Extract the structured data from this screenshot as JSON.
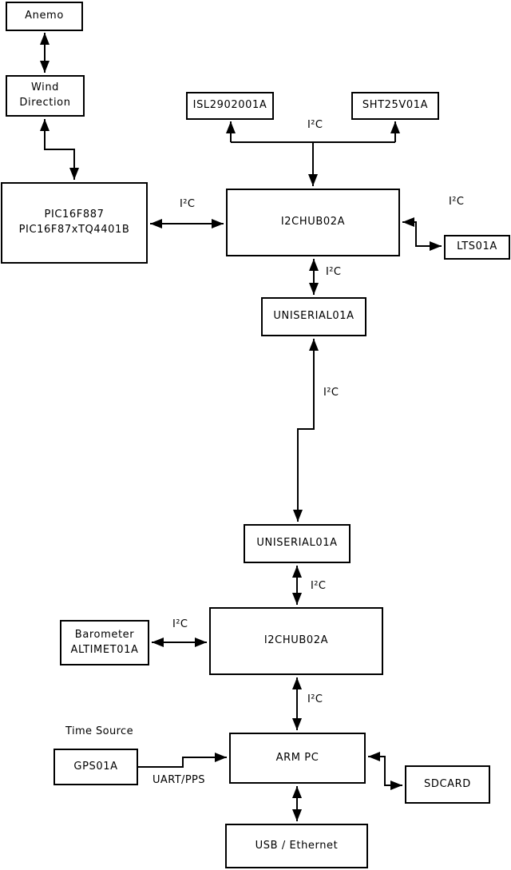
{
  "diagram": {
    "background": "#ffffff",
    "line_color": "#000000",
    "nodes": {
      "anemo": {
        "label": "Anemo"
      },
      "wind": {
        "label": "Wind\nDirection"
      },
      "pic": {
        "label": "PIC16F887\nPIC16F87xTQ4401B"
      },
      "isl": {
        "label": "ISL2902001A"
      },
      "sht": {
        "label": "SHT25V01A"
      },
      "hub1": {
        "label": "I2CHUB02A"
      },
      "lts": {
        "label": "LTS01A"
      },
      "uniserial1": {
        "label": "UNISERIAL01A"
      },
      "uniserial2": {
        "label": "UNISERIAL01A"
      },
      "barometer": {
        "label": "Barometer\nALTIMET01A"
      },
      "hub2": {
        "label": "I2CHUB02A"
      },
      "armpc": {
        "label": "ARM PC"
      },
      "gps": {
        "label": "GPS01A"
      },
      "sdcard": {
        "label": "SDCARD"
      },
      "usb": {
        "label": "USB / Ethernet"
      }
    },
    "edge_labels": {
      "i2c_sensor_bus": "I²C",
      "i2c_pic_hub1": "I²C",
      "i2c_hub1_lts": "I²C",
      "i2c_hub1_uniserial1": "I²C",
      "i2c_uniserial_link": "I²C",
      "i2c_uniserial2_hub2": "I²C",
      "i2c_barometer_hub2": "I²C",
      "i2c_hub2_armpc": "I²C",
      "uart_pps": "UART/PPS"
    },
    "captions": {
      "time_source": "Time Source"
    }
  }
}
